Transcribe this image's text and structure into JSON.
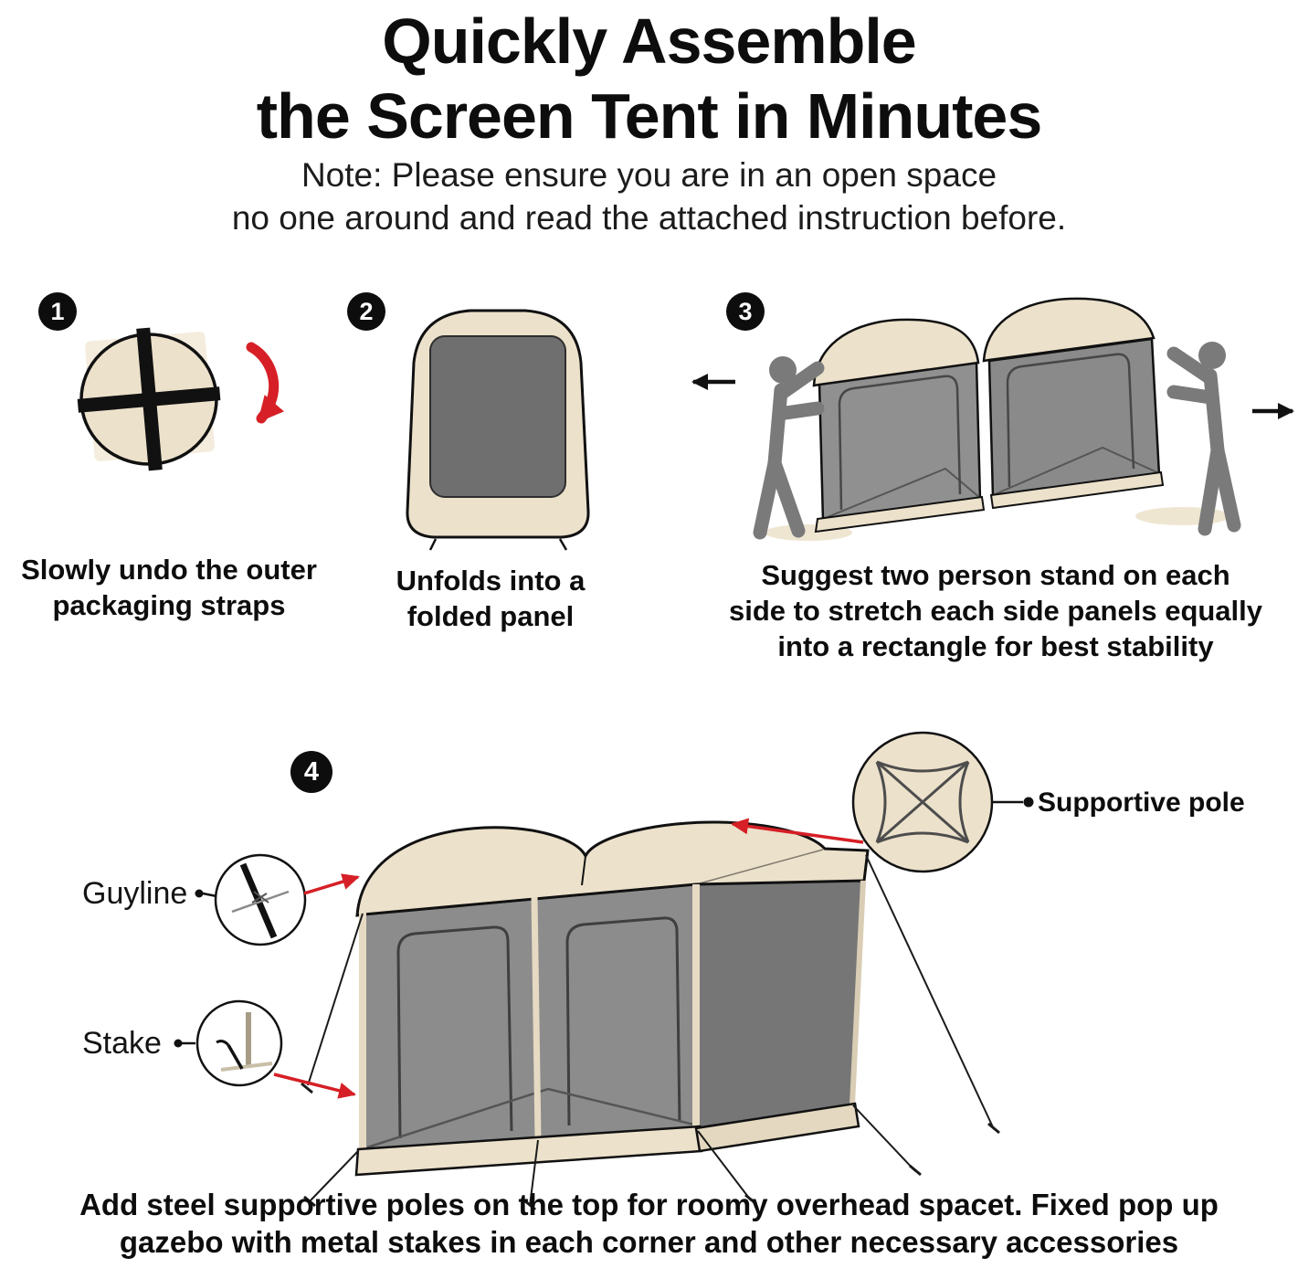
{
  "title": {
    "line1": "Quickly Assemble",
    "line2": "the Screen Tent in Minutes"
  },
  "note": {
    "line1": "Note: Please ensure you are in an open space",
    "line2": "no one around and read the attached instruction before."
  },
  "steps": [
    {
      "number": "1",
      "caption_lines": [
        "Slowly undo the outer",
        "packaging straps"
      ]
    },
    {
      "number": "2",
      "caption_lines": [
        "Unfolds into a",
        "folded panel"
      ]
    },
    {
      "number": "3",
      "caption_lines": [
        "Suggest two person stand on each",
        "side to stretch each side panels equally",
        "into a rectangle for best stability"
      ]
    },
    {
      "number": "4",
      "caption_lines": [
        "Add steel supportive poles on the top for roomy overhead spacet. Fixed pop up",
        "gazebo with metal stakes in each corner and other necessary accessories"
      ]
    }
  ],
  "callouts": {
    "guyline": "Guyline",
    "stake": "Stake",
    "supportive_pole": "Supportive pole"
  },
  "colors": {
    "tent_fabric": "#ece1cb",
    "mesh_gray": "#8c8c8c",
    "outline_black": "#111111",
    "arrow_red": "#d61f26",
    "figure_gray": "#7a7a7a"
  }
}
